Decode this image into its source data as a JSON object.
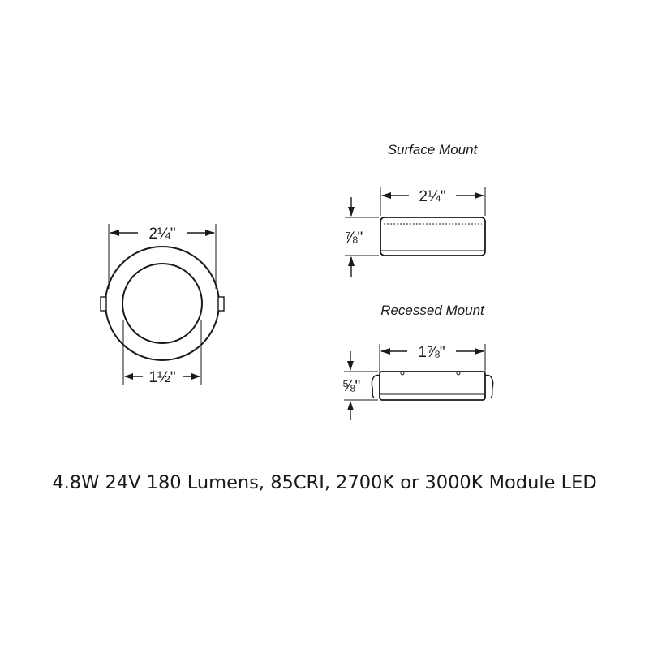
{
  "front_view": {
    "outer_width_label": "2¼\"",
    "inner_width_label": "1½\""
  },
  "surface_mount": {
    "title": "Surface Mount",
    "width_label": "2¼\"",
    "height_label": "⅞\""
  },
  "recessed_mount": {
    "title": "Recessed Mount",
    "width_label": "1⅞\"",
    "height_label": "⅝\""
  },
  "caption": "4.8W 24V 180 Lumens, 85CRI, 2700K or 3000K Module LED"
}
